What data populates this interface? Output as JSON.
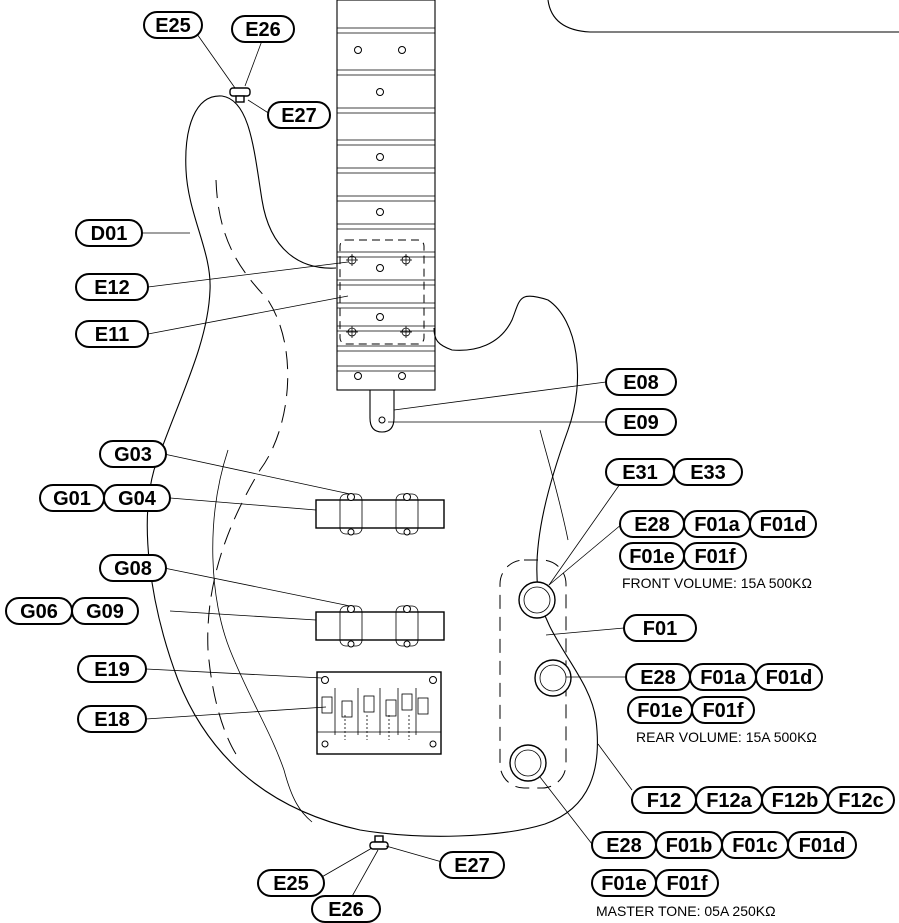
{
  "labels": {
    "e25_top": "E25",
    "e26_top": "E26",
    "e27_top": "E27",
    "d01": "D01",
    "e12": "E12",
    "e11": "E11",
    "e08": "E08",
    "e09": "E09",
    "g03": "G03",
    "g01": "G01",
    "g04": "G04",
    "g08": "G08",
    "g06": "G06",
    "g09": "G09",
    "e19": "E19",
    "e18": "E18",
    "e31": "E31",
    "e33": "E33",
    "f01": "F01",
    "e25_bottom": "E25",
    "e26_bottom": "E26",
    "e27_bottom": "E27"
  },
  "front_volume": {
    "parts": [
      "E28",
      "F01a",
      "F01d"
    ],
    "parts_line2": [
      "F01e",
      "F01f"
    ],
    "spec": "FRONT VOLUME: 15A 500KΩ"
  },
  "rear_volume": {
    "parts": [
      "E28",
      "F01a",
      "F01d"
    ],
    "parts_line2": [
      "F01e",
      "F01f"
    ],
    "spec": "REAR VOLUME: 15A 500KΩ"
  },
  "master_tone": {
    "parts": [
      "E28",
      "F01b",
      "F01c",
      "F01d"
    ],
    "parts_line2": [
      "F01e",
      "F01f"
    ],
    "spec": "MASTER TONE: 05A 250KΩ"
  },
  "f12_group": [
    "F12",
    "F12a",
    "F12b",
    "F12c"
  ]
}
